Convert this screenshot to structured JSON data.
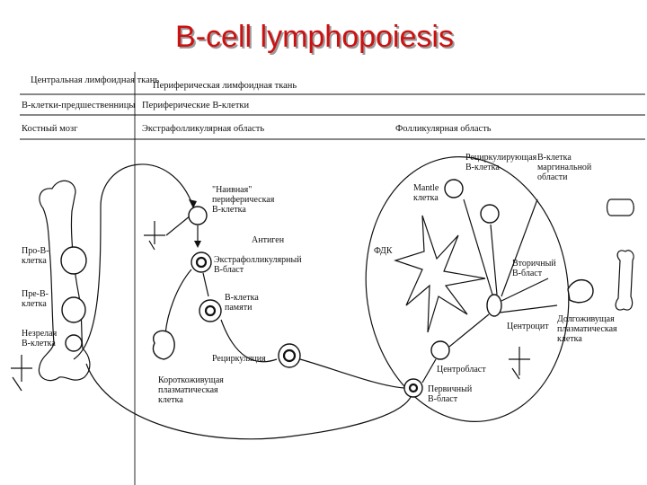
{
  "title": "B-cell lymphopoiesis",
  "columns": {
    "central_header": "Центральная лимфоидная ткань",
    "peripheral_header": "Периферическая лимфоидная ткань",
    "central_cells": "В-клетки-предшественницы",
    "peripheral_cells": "Периферические В-клетки",
    "bone_marrow": "Костный мозг",
    "extrafollicular": "Экстрафолликулярная область",
    "follicular": "Фолликулярная область"
  },
  "labels": {
    "pro_b": "Про-В-клетка",
    "pre_b": "Пре-В-клетка",
    "immature_b": "Незрелая В-клетка",
    "naive_peripheral": "\"Наивная\" периферическая В-клетка",
    "antigen": "Антиген",
    "extrafollicular_blast": "Экстрафолликулярный В-бласт",
    "memory_b": "В-клетка памяти",
    "recirculation": "Рециркуляция",
    "short_lived_plasma": "Короткоживущая плазматическая клетка",
    "mantle_cell": "Mantle клетка",
    "recirculating_b": "Рециркулирующая В-клетка",
    "marginal_zone_b": "В-клетка маргинальной области",
    "fdc": "ФДК",
    "secondary_blast": "Вторичный В-бласт",
    "centrocyte": "Центроцит",
    "long_lived_plasma": "Долгоживущая плазматическая клетка",
    "centroblast": "Центробласт",
    "primary_blast": "Первичный В-бласт"
  }
}
